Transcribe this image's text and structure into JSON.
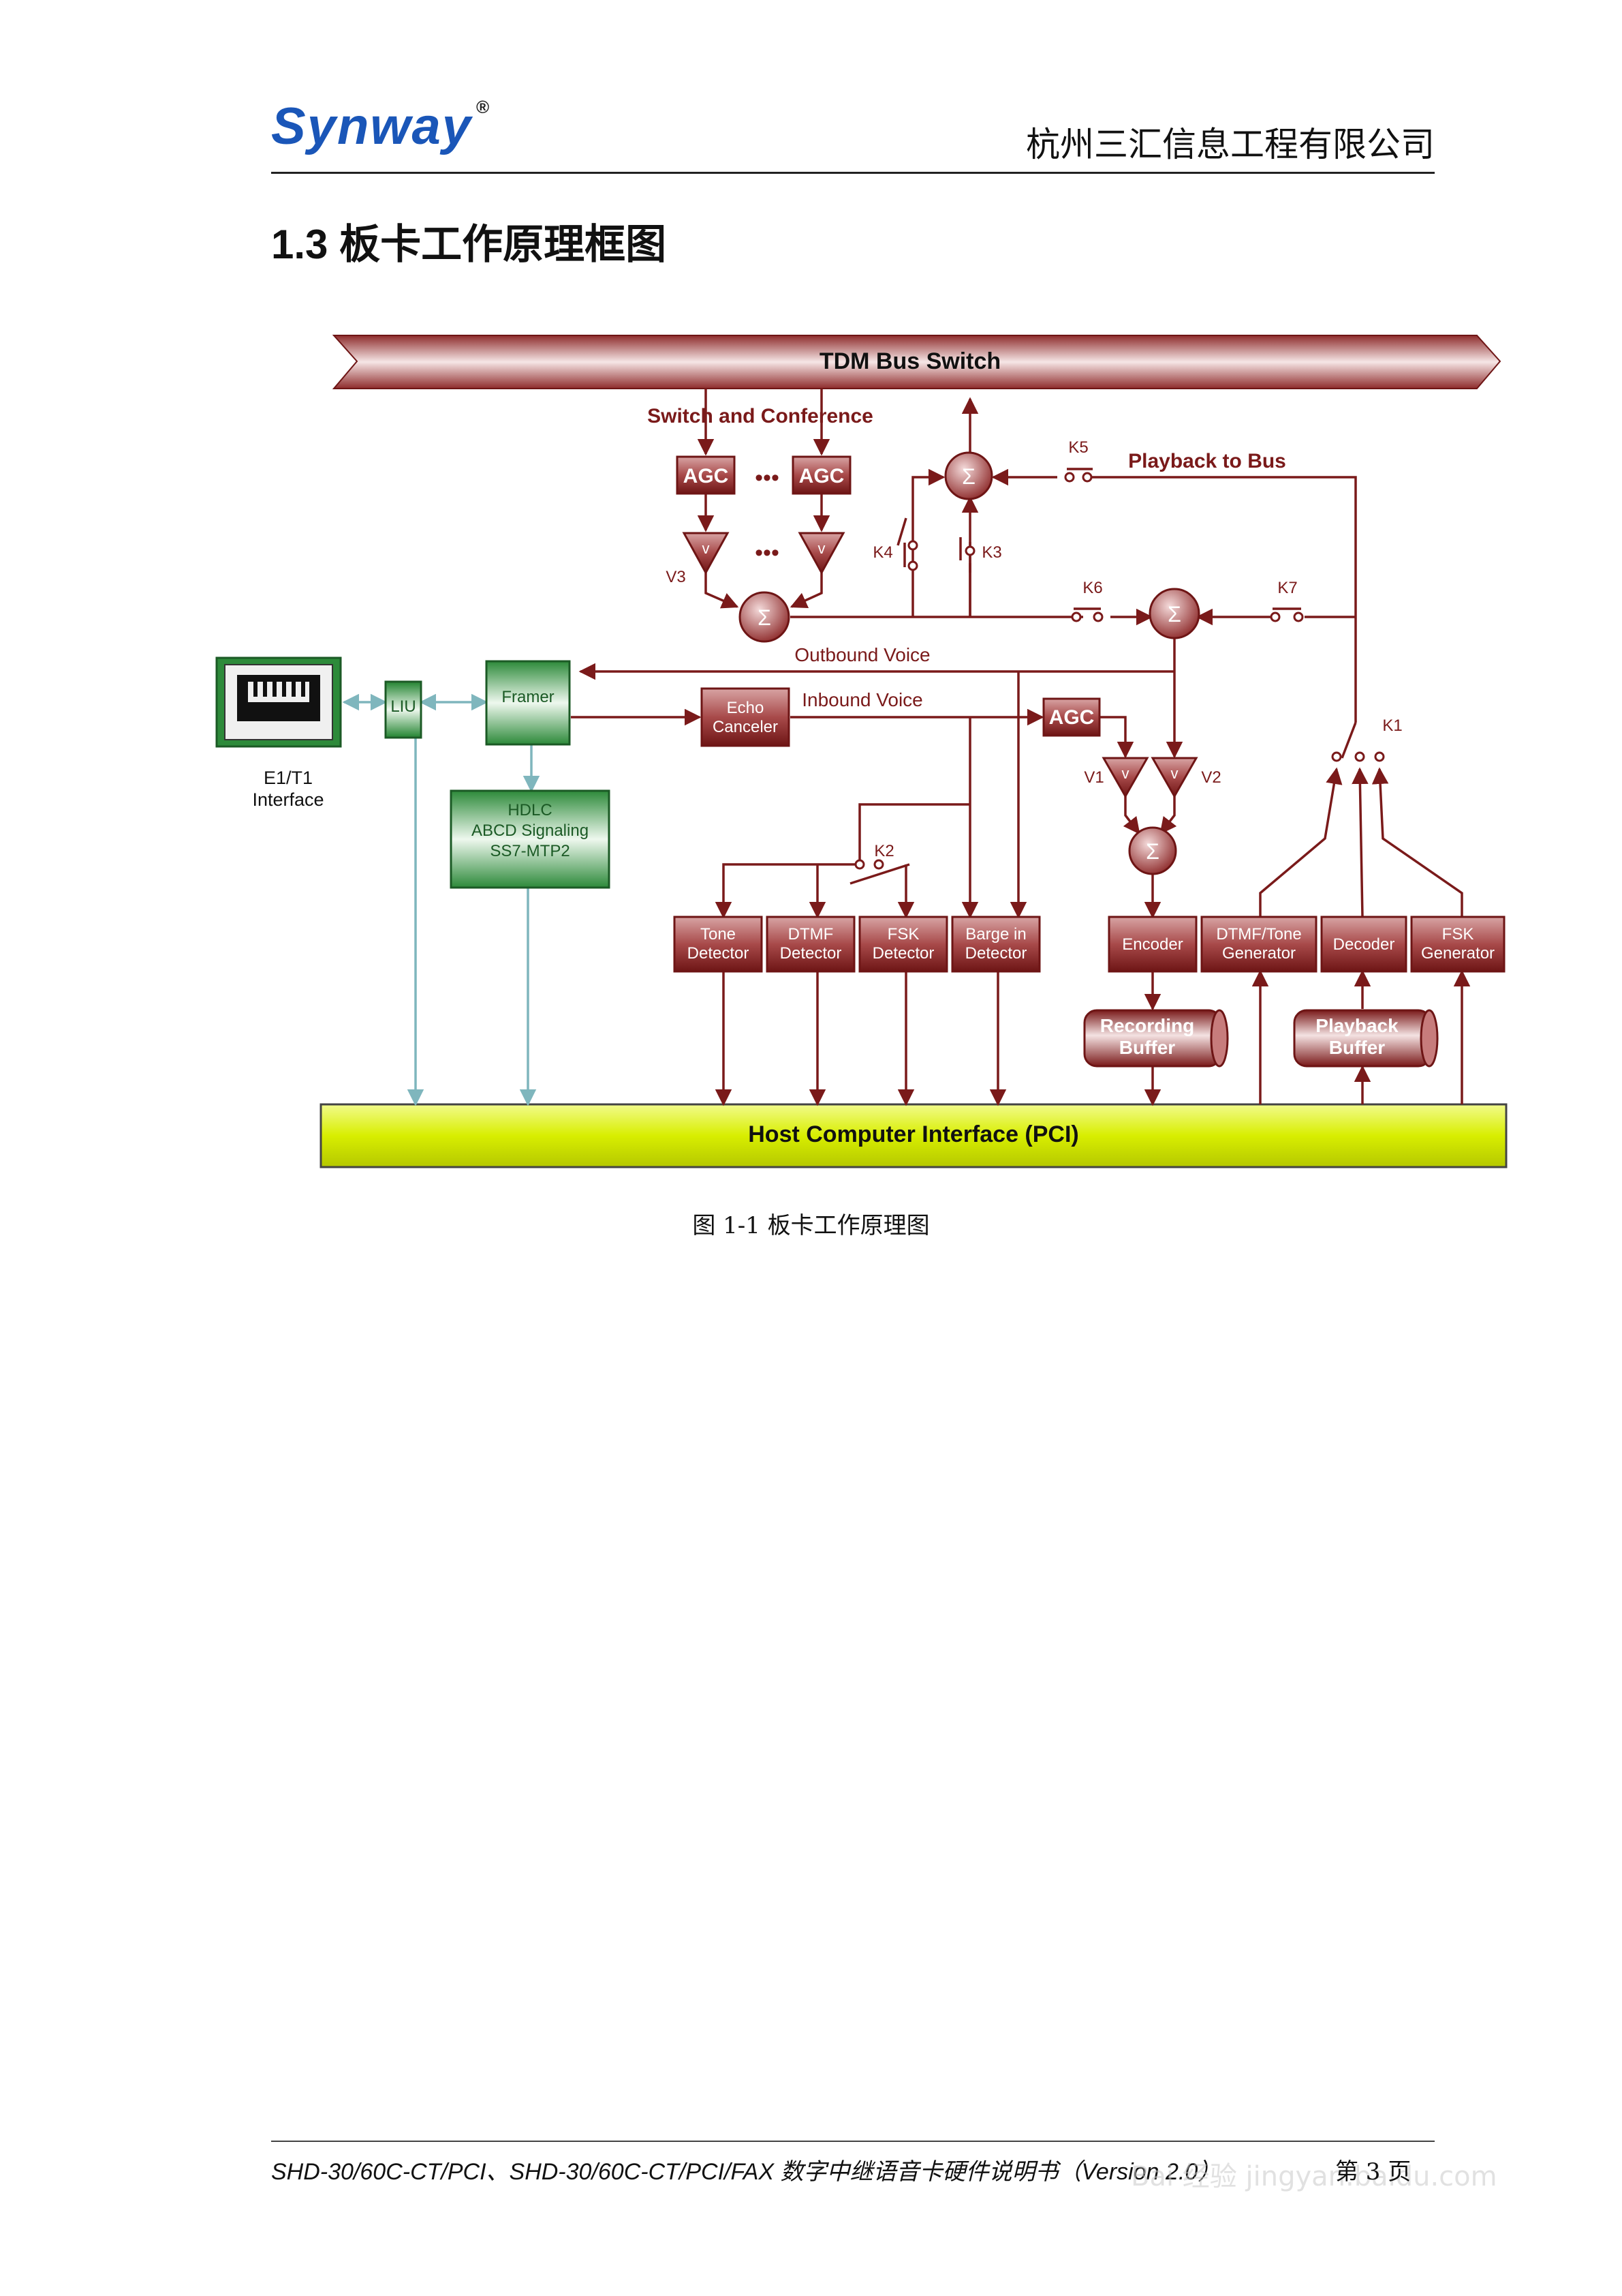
{
  "header": {
    "logo_text": "Synway",
    "logo_mark": "®",
    "company": "杭州三汇信息工程有限公司",
    "section_title": "1.3 板卡工作原理框图"
  },
  "diagram": {
    "tdm_bus": "TDM Bus Switch",
    "switch_conference": "Switch and Conference",
    "playback_to_bus": "Playback to Bus",
    "outbound_voice": "Outbound Voice",
    "inbound_voice": "Inbound Voice",
    "agc": "AGC",
    "sigma": "Σ",
    "v_sym": "v",
    "dots": "•••",
    "labels": {
      "k1": "K1",
      "k2": "K2",
      "k3": "K3",
      "k4": "K4",
      "k5": "K5",
      "k6": "K6",
      "k7": "K7",
      "v1": "V1",
      "v2": "V2",
      "v3": "V3"
    },
    "e1t1": [
      "E1/T1",
      "Interface"
    ],
    "liu": "LIU",
    "framer": "Framer",
    "echo": [
      "Echo",
      "Canceler"
    ],
    "hdlc": [
      "HDLC",
      "ABCD Signaling",
      "SS7-MTP2"
    ],
    "tone": [
      "Tone",
      "Detector"
    ],
    "dtmf_det": [
      "DTMF",
      "Detector"
    ],
    "fsk_det": [
      "FSK",
      "Detector"
    ],
    "barge": [
      "Barge in",
      "Detector"
    ],
    "encoder": "Encoder",
    "dtmf_gen": [
      "DTMF/Tone",
      "Generator"
    ],
    "decoder": "Decoder",
    "fsk_gen": [
      "FSK",
      "Generator"
    ],
    "rec_buf": [
      "Recording",
      "Buffer"
    ],
    "play_buf": [
      "Playback",
      "Buffer"
    ],
    "pci": "Host Computer Interface (PCI)"
  },
  "caption": "图 1-1  板卡工作原理图",
  "footer": {
    "doc": "SHD-30/60C-CT/PCI、SHD-30/60C-CT/PCI/FAX 数字中继语音卡硬件说明书（Version 2.0）",
    "page": "第 3 页",
    "watermark": "Bai 经验  jingyan.baidu.com"
  },
  "colors": {
    "maroon": "#7a1a1a",
    "green": "#2e8b3e",
    "teal": "#7fb6bd",
    "pci": "#d7ef00"
  }
}
